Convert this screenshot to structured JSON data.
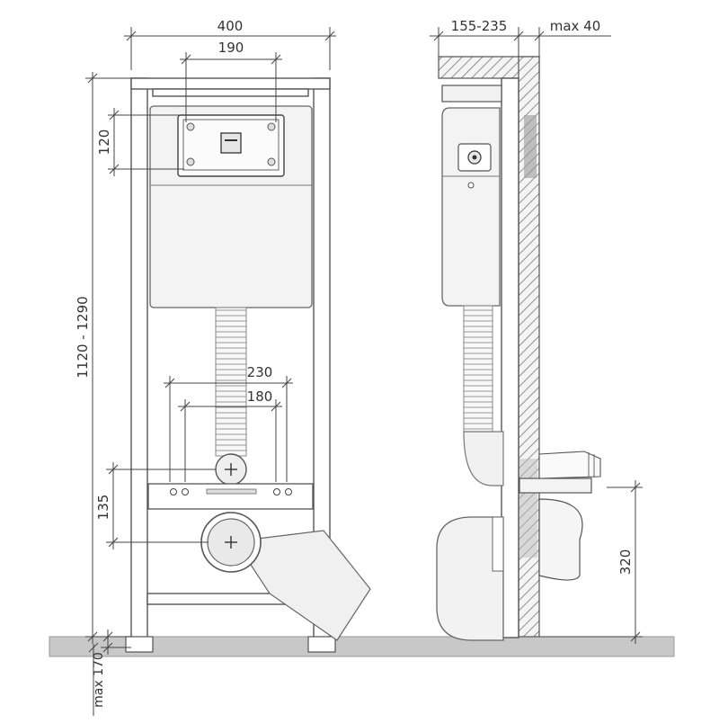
{
  "diagram": {
    "front_view": {
      "width_label": "400",
      "button_spacing_label": "190",
      "button_height_label": "120",
      "total_height_label": "1120 - 1290",
      "bolt_outer_label": "230",
      "bolt_inner_label": "180",
      "pipe_spacing_label": "135",
      "leg_extension_label": "max 170"
    },
    "side_view": {
      "depth_label": "155-235",
      "wall_label": "max 40",
      "outlet_height_label": "320"
    }
  }
}
